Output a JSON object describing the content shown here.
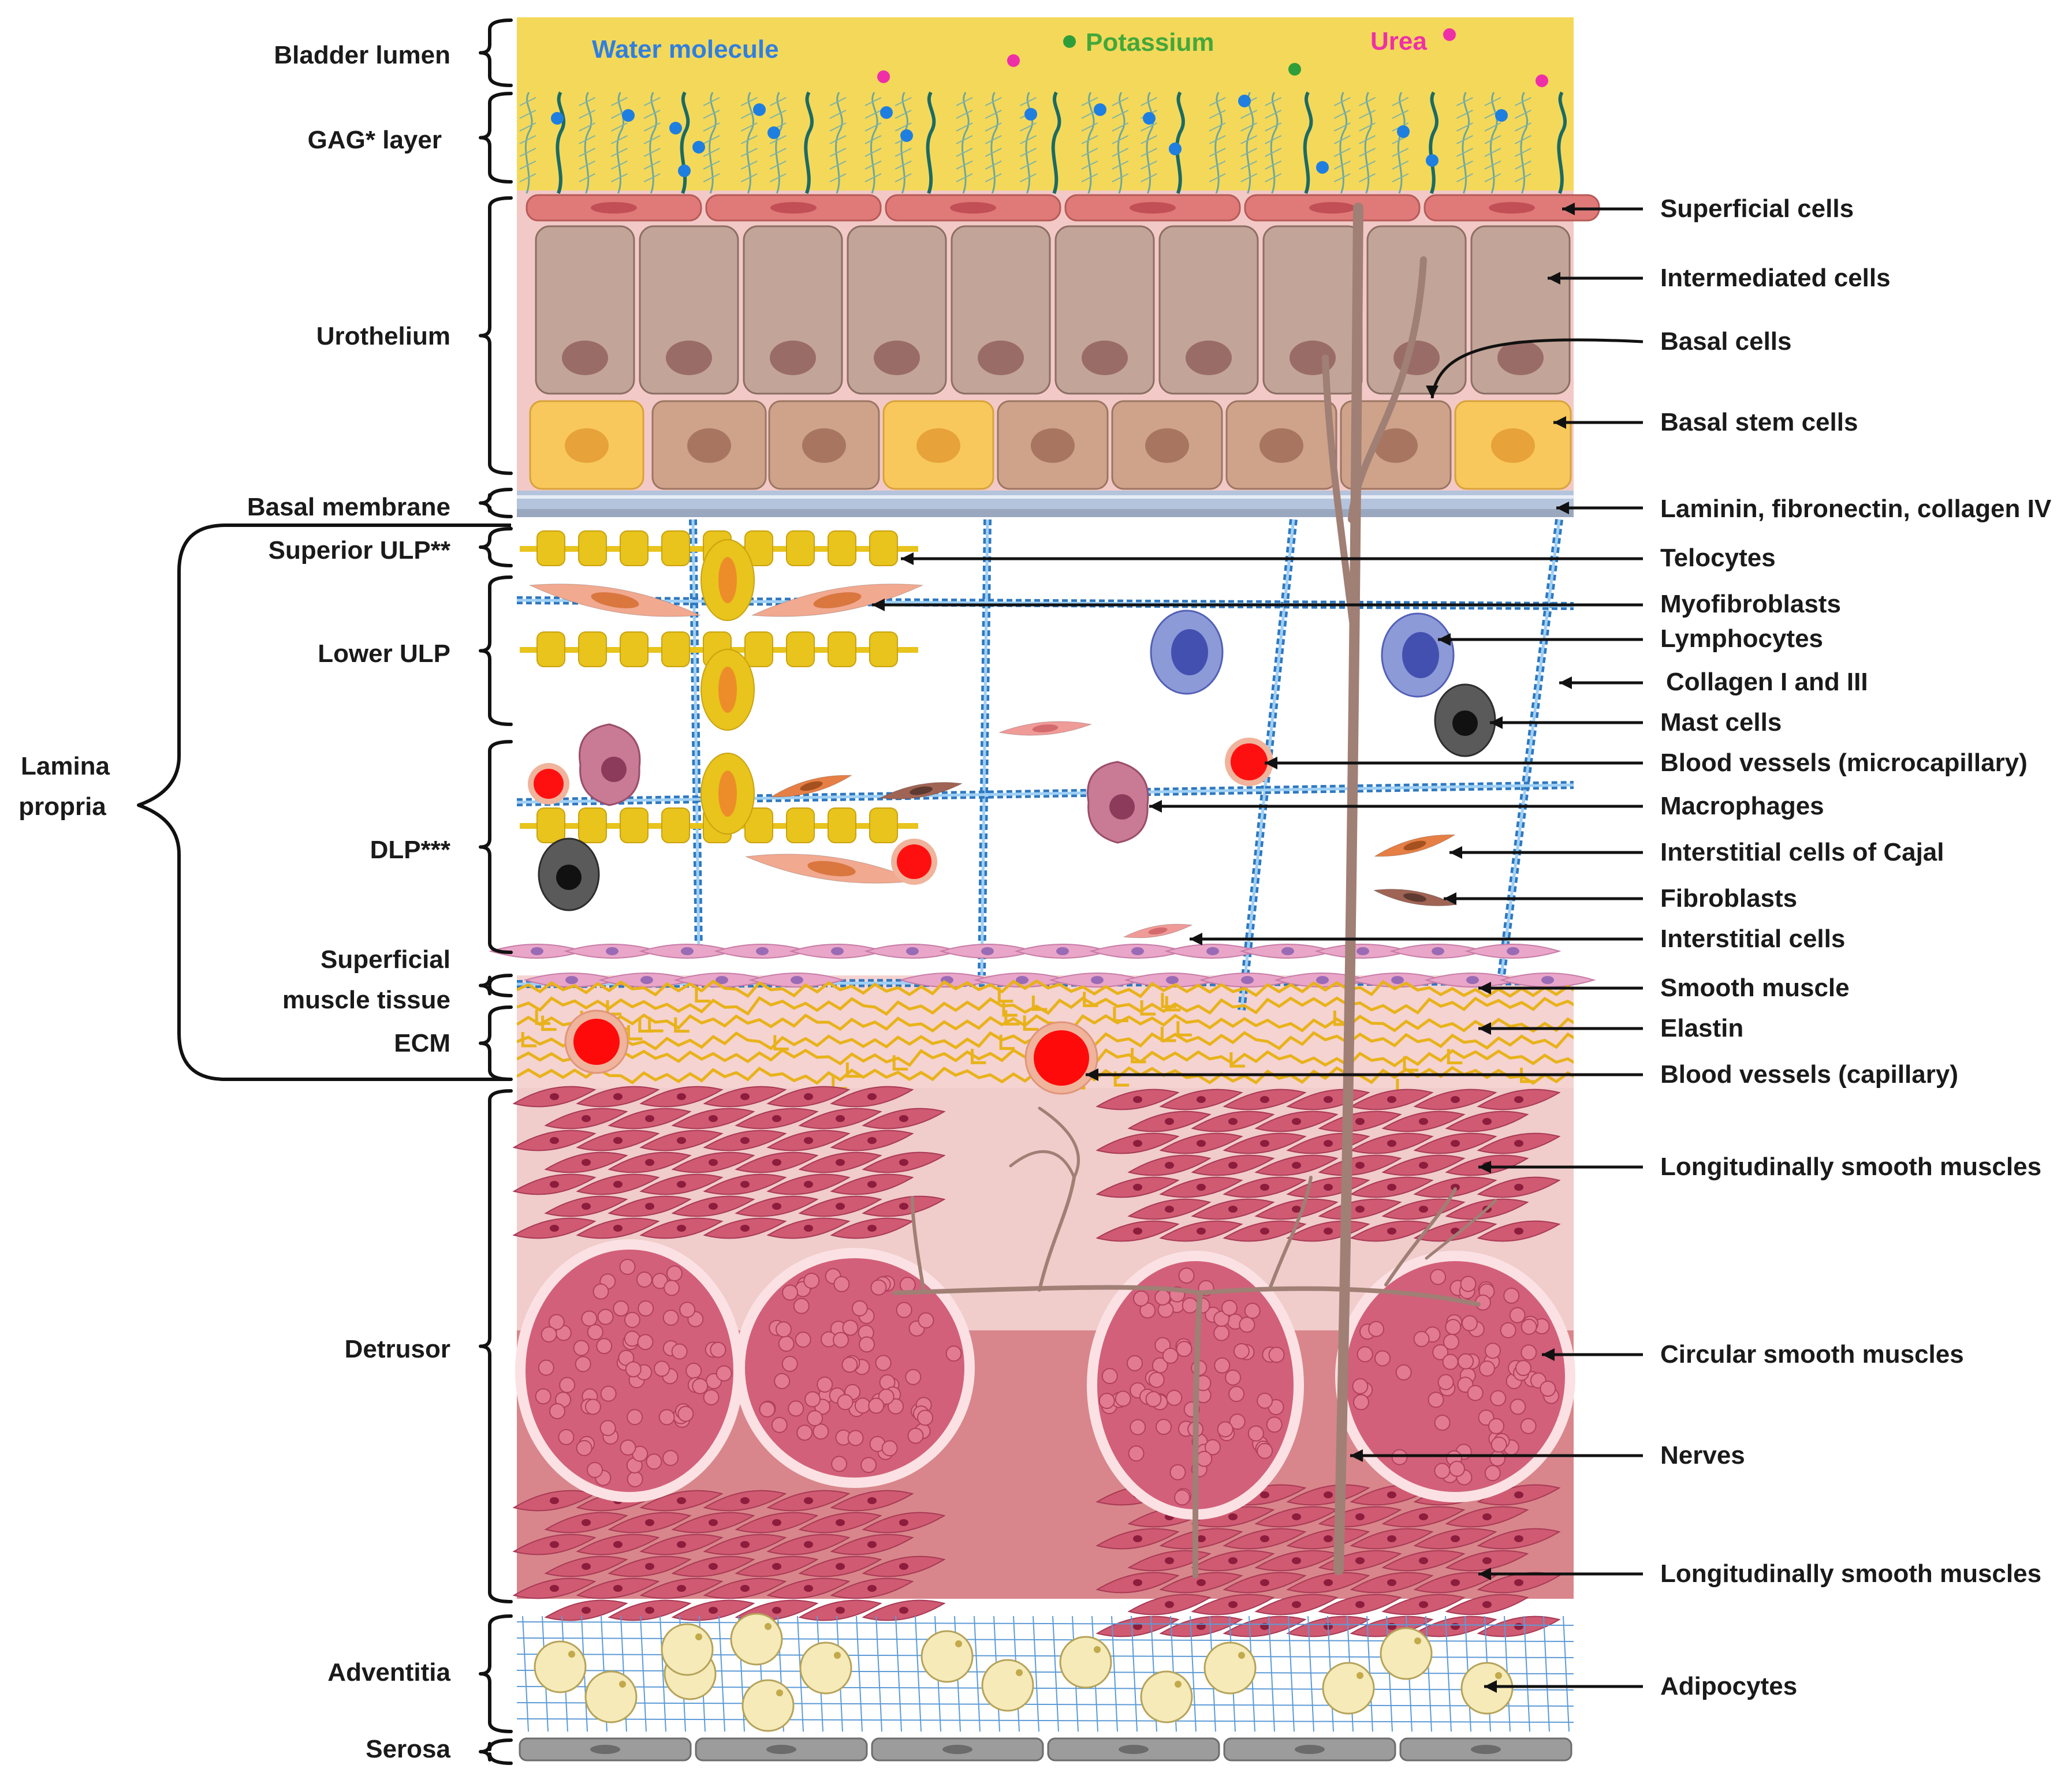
{
  "legend": {
    "water": "Water molecule",
    "potassium": "Potassium",
    "urea": "Urea"
  },
  "left_labels": {
    "bladder_lumen": "Bladder lumen",
    "gag_layer": "GAG* layer",
    "urothelium": "Urothelium",
    "basal_membrane": "Basal membrane",
    "superior_ulp": "Superior ULP**",
    "lower_ulp": "Lower ULP",
    "lamina_1": "Lamina",
    "lamina_2": "propria",
    "dlp": "DLP***",
    "sup_muscle_1": "Superficial",
    "sup_muscle_2": "muscle tissue",
    "ecm": "ECM",
    "detrusor": "Detrusor",
    "adventitia": "Adventitia",
    "serosa": "Serosa"
  },
  "right_labels": {
    "superficial_cells": "Superficial cells",
    "intermediated_cells": "Intermediated cells",
    "basal_cells": "Basal cells",
    "basal_stem_cells": "Basal stem cells",
    "laminin": "Laminin, fibronectin, collagen IV",
    "telocytes": "Telocytes",
    "myofibroblasts": "Myofibroblasts",
    "lymphocytes": "Lymphocytes",
    "collagen": "Collagen I and III",
    "mast_cells": "Mast cells",
    "blood_micro": "Blood vessels (microcapillary)",
    "macrophages": "Macrophages",
    "cajal": "Interstitial cells of Cajal",
    "fibroblasts": "Fibroblasts",
    "interstitial": "Interstitial cells",
    "smooth_muscle": "Smooth muscle",
    "elastin": "Elastin",
    "blood_cap": "Blood vessels (capillary)",
    "long_muscle_1": "Longitudinally smooth muscles",
    "circular_muscle": "Circular smooth muscles",
    "nerves": "Nerves",
    "long_muscle_2": "Longitudinally smooth muscles",
    "adipocytes": "Adipocytes"
  },
  "colors": {
    "lumen": "#f4d85a",
    "water": "#1f7fe0",
    "potassium": "#2e9e3a",
    "urea": "#ef2fa8",
    "superficial": "#df7a78",
    "intermediate": "#c2a598",
    "basal": "#cfa38a",
    "stem": "#f8c85c",
    "membrane": "#b4c4dc",
    "telocyte": "#e8c41c",
    "collagen": "#4f91cf",
    "muscle": "#cf5a72",
    "detrusor_bg": "#efc5c5",
    "serosa": "#9c9c9c",
    "adipocyte": "#f5eab8",
    "nerve": "#a07f75"
  }
}
